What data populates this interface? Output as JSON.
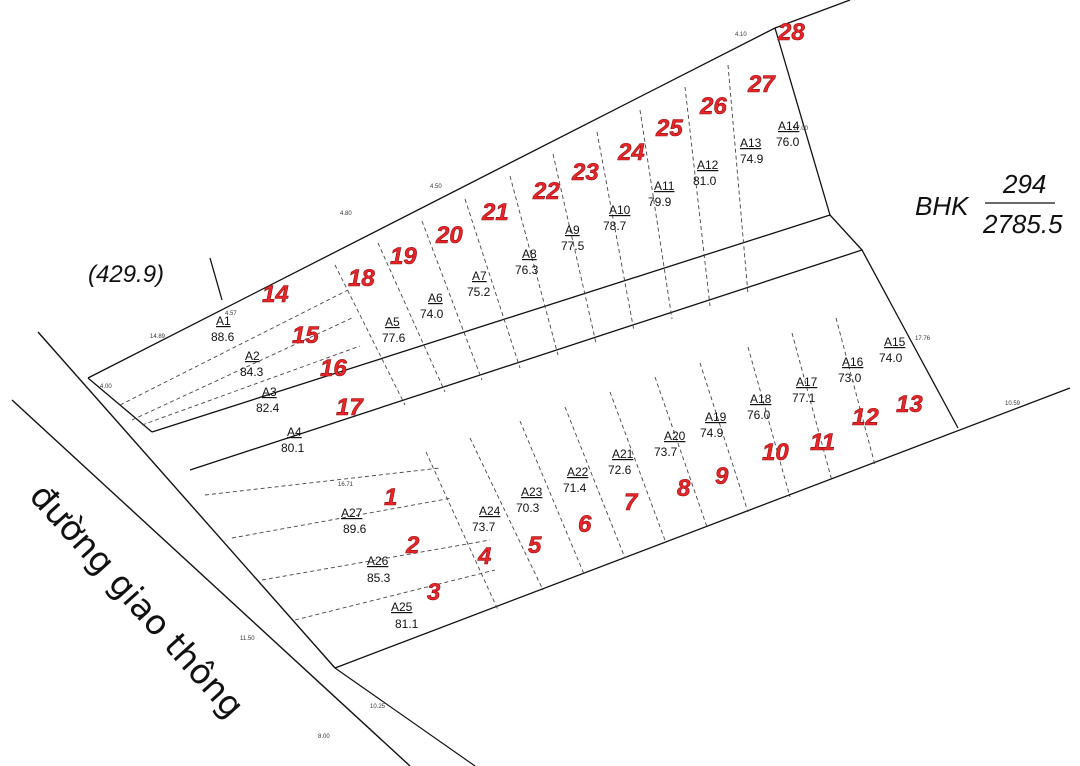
{
  "road_label": "đường giao thông",
  "neighbor_area": "(429.9)",
  "bhk": {
    "label": "BHK",
    "number": "294",
    "area": "2785.5"
  },
  "lots": [
    {
      "id": "A1",
      "area": "88.6"
    },
    {
      "id": "A2",
      "area": "84.3"
    },
    {
      "id": "A3",
      "area": "82.4"
    },
    {
      "id": "A4",
      "area": "80.1"
    },
    {
      "id": "A5",
      "area": "77.6"
    },
    {
      "id": "A6",
      "area": "74.0"
    },
    {
      "id": "A7",
      "area": "75.2"
    },
    {
      "id": "A8",
      "area": "76.3"
    },
    {
      "id": "A9",
      "area": "77.5"
    },
    {
      "id": "A10",
      "area": "78.7"
    },
    {
      "id": "A11",
      "area": "79.9"
    },
    {
      "id": "A12",
      "area": "81.0"
    },
    {
      "id": "A13",
      "area": "74.9"
    },
    {
      "id": "A14",
      "area": "76.0"
    },
    {
      "id": "A15",
      "area": "74.0"
    },
    {
      "id": "A16",
      "area": "73.0"
    },
    {
      "id": "A17",
      "area": "77.1"
    },
    {
      "id": "A18",
      "area": "76.0"
    },
    {
      "id": "A19",
      "area": "74.9"
    },
    {
      "id": "A20",
      "area": "73.7"
    },
    {
      "id": "A21",
      "area": "72.6"
    },
    {
      "id": "A22",
      "area": "71.4"
    },
    {
      "id": "A23",
      "area": "70.3"
    },
    {
      "id": "A24",
      "area": "73.7"
    },
    {
      "id": "A25",
      "area": "81.1"
    },
    {
      "id": "A26",
      "area": "85.3"
    },
    {
      "id": "A27",
      "area": "89.6"
    }
  ],
  "lot_numbers": [
    "1",
    "2",
    "3",
    "4",
    "5",
    "6",
    "7",
    "8",
    "9",
    "10",
    "11",
    "12",
    "13",
    "14",
    "15",
    "16",
    "17",
    "18",
    "19",
    "20",
    "21",
    "22",
    "23",
    "24",
    "25",
    "26",
    "27",
    "28"
  ],
  "dimensions": [
    "4.00",
    "4.50",
    "4.80",
    "4.10",
    "17.00",
    "17.76",
    "10.59",
    "11.50",
    "14.89",
    "8.00",
    "10.25",
    "4.57",
    "16.71"
  ],
  "colors": {
    "lot_number": "#e8262a",
    "lines": "#111111",
    "dashed": "#444444"
  }
}
